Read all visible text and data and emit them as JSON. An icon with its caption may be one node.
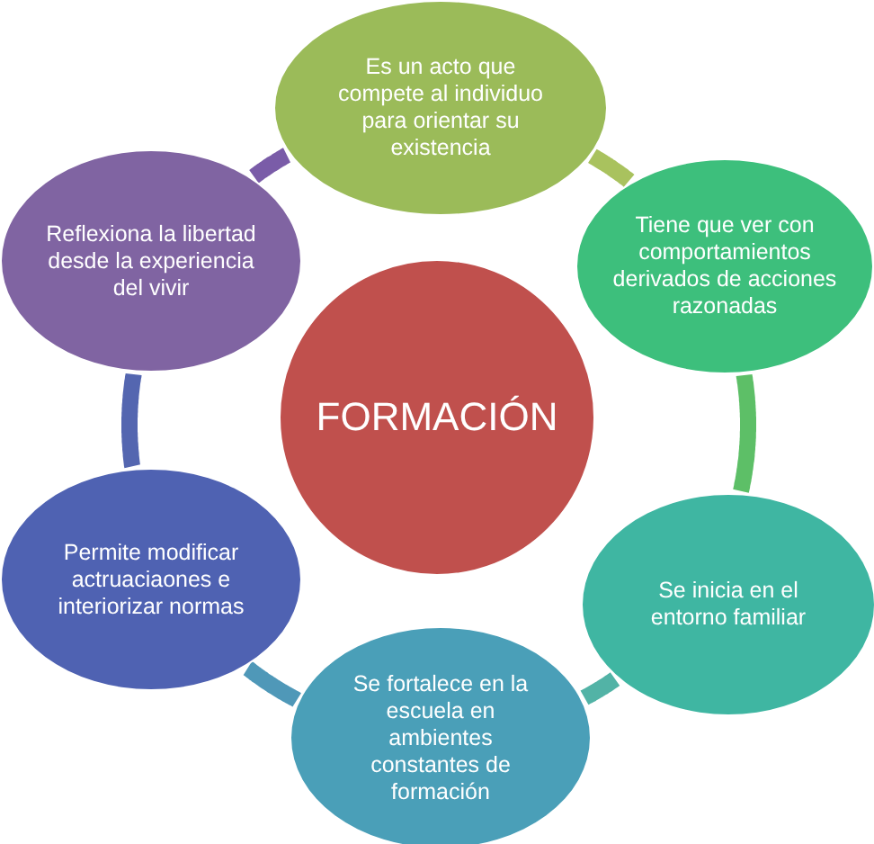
{
  "diagram": {
    "nodes": [
      {
        "text": [
          "FORMACIÓN"
        ]
      },
      {
        "text": [
          "Es un acto que compete al individuo para orientar su existencia"
        ]
      },
      {
        "text": [
          "Tiene que ver con comportamientos derivados de acciones razonadas"
        ]
      },
      {
        "text": [
          "Se inicia en el entorno familiar"
        ]
      },
      {
        "text": [
          "Se fortalece en la escuela en ambientes constantes de formación"
        ]
      },
      {
        "text": [
          "Permite modificar actruaciaones e interiorizar normas"
        ]
      },
      {
        "text": [
          "Reflexiona la libertad desde la experiencia del vivir"
        ]
      }
    ],
    "edges": [
      {
        "from": 1,
        "to": 2,
        "arrow": "none",
        "color": "#a9c25e"
      },
      {
        "from": 2,
        "to": 3,
        "arrow": "none",
        "color": "#5dbf67"
      },
      {
        "from": 3,
        "to": 4,
        "arrow": "none",
        "color": "#52b3a6"
      },
      {
        "from": 4,
        "to": 5,
        "arrow": "none",
        "color": "#4f98b8"
      },
      {
        "from": 5,
        "to": 6,
        "arrow": "none",
        "color": "#5466b0"
      },
      {
        "from": 6,
        "to": 1,
        "arrow": "none",
        "color": "#7a5ca8"
      }
    ]
  }
}
